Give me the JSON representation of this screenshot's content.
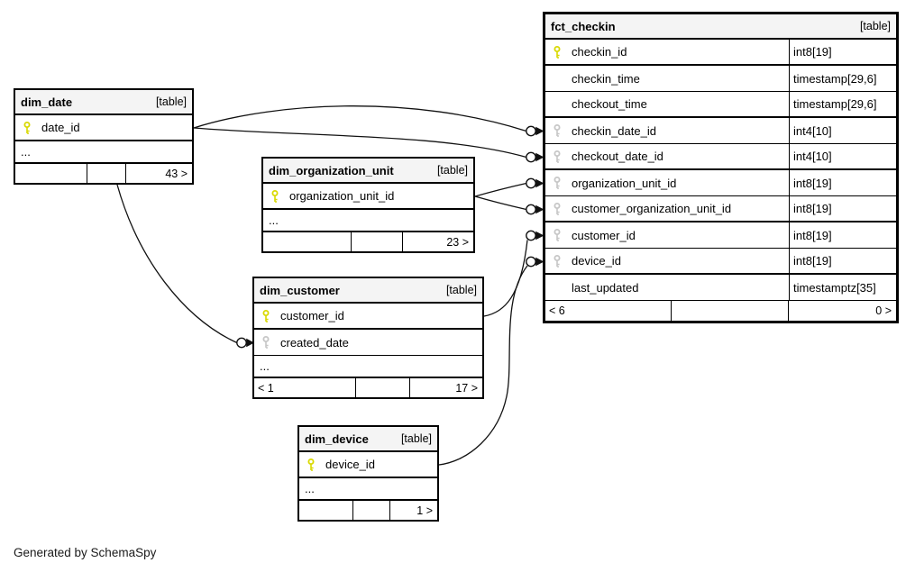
{
  "footer_note": "Generated by SchemaSpy",
  "colors": {
    "primary_key_icon": "#d9d900",
    "foreign_key_icon": "#c6c6c6",
    "table_header_bg": "#f4f4f4",
    "table_border": "#000000",
    "relationship_line": "#111111",
    "background": "#ffffff"
  },
  "tables": [
    {
      "name": "fct_checkin",
      "badge": "[table]",
      "columns": [
        {
          "name": "checkin_id",
          "type": "int8[19]",
          "key": "primary"
        },
        {
          "name": "checkin_time",
          "type": "timestamp[29,6]",
          "key": "none"
        },
        {
          "name": "checkout_time",
          "type": "timestamp[29,6]",
          "key": "none"
        },
        {
          "name": "checkin_date_id",
          "type": "int4[10]",
          "key": "foreign"
        },
        {
          "name": "checkout_date_id",
          "type": "int4[10]",
          "key": "foreign"
        },
        {
          "name": "organization_unit_id",
          "type": "int8[19]",
          "key": "foreign"
        },
        {
          "name": "customer_organization_unit_id",
          "type": "int8[19]",
          "key": "foreign"
        },
        {
          "name": "customer_id",
          "type": "int8[19]",
          "key": "foreign"
        },
        {
          "name": "device_id",
          "type": "int8[19]",
          "key": "foreign"
        },
        {
          "name": "last_updated",
          "type": "timestamptz[35]",
          "key": "none"
        }
      ],
      "footer": {
        "left": "< 6",
        "middle": "",
        "right": "0 >"
      }
    },
    {
      "name": "dim_date",
      "badge": "[table]",
      "columns": [
        {
          "name": "date_id",
          "key": "primary"
        },
        {
          "name": "...",
          "key": "none",
          "ellipsis": true
        }
      ],
      "footer": {
        "left": "",
        "middle": "",
        "right": "43 >"
      }
    },
    {
      "name": "dim_organization_unit",
      "badge": "[table]",
      "columns": [
        {
          "name": "organization_unit_id",
          "key": "primary"
        },
        {
          "name": "...",
          "key": "none",
          "ellipsis": true
        }
      ],
      "footer": {
        "left": "",
        "middle": "",
        "right": "23 >"
      }
    },
    {
      "name": "dim_customer",
      "badge": "[table]",
      "columns": [
        {
          "name": "customer_id",
          "key": "primary"
        },
        {
          "name": "created_date",
          "key": "foreign"
        },
        {
          "name": "...",
          "key": "none",
          "ellipsis": true
        }
      ],
      "footer": {
        "left": "< 1",
        "middle": "",
        "right": "17 >"
      }
    },
    {
      "name": "dim_device",
      "badge": "[table]",
      "columns": [
        {
          "name": "device_id",
          "key": "primary"
        },
        {
          "name": "...",
          "key": "none",
          "ellipsis": true
        }
      ],
      "footer": {
        "left": "",
        "middle": "",
        "right": "1 >"
      }
    }
  ],
  "relationships": [
    {
      "from": "dim_date.date_id",
      "to": "fct_checkin.checkin_date_id"
    },
    {
      "from": "dim_date.date_id",
      "to": "fct_checkin.checkout_date_id"
    },
    {
      "from": "dim_organization_unit.organization_unit_id",
      "to": "fct_checkin.organization_unit_id"
    },
    {
      "from": "dim_organization_unit.organization_unit_id",
      "to": "fct_checkin.customer_organization_unit_id"
    },
    {
      "from": "dim_customer.customer_id",
      "to": "fct_checkin.customer_id"
    },
    {
      "from": "dim_device.device_id",
      "to": "fct_checkin.device_id"
    },
    {
      "from": "dim_date.date_id",
      "to": "dim_customer.created_date"
    }
  ]
}
